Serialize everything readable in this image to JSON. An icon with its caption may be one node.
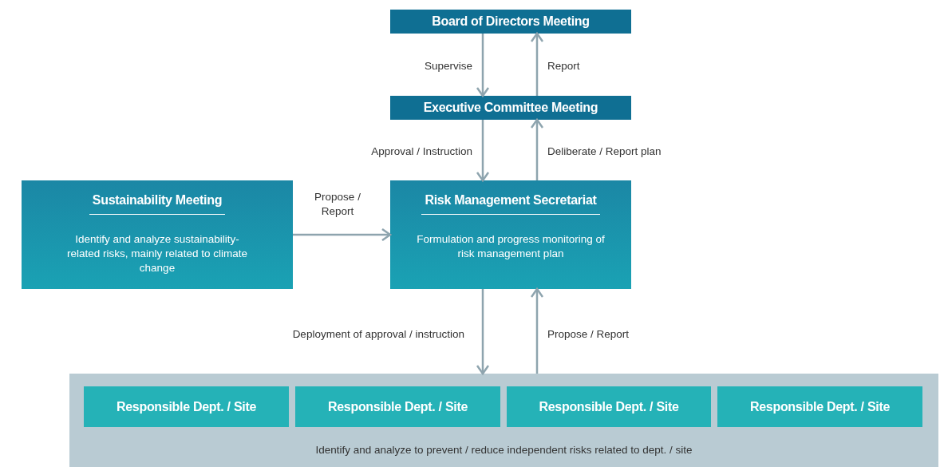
{
  "diagram": {
    "nodes": [
      {
        "text": [
          "Board of Directors Meeting"
        ]
      },
      {
        "text": [
          "Executive Committee Meeting"
        ]
      },
      {
        "text": [
          "Sustainability Meeting",
          "Identify and analyze sustainability-related risks, mainly related to climate change"
        ]
      },
      {
        "text": [
          "Risk Management Secretariat",
          "Formulation and progress monitoring of risk management plan"
        ]
      },
      {
        "text": [
          "Identify and analyze to prevent / reduce independent risks related to dept. / site"
        ]
      },
      {
        "text": [
          "Responsible Dept. / Site"
        ],
        "in": 4
      },
      {
        "text": [
          "Responsible Dept. / Site"
        ],
        "in": 4
      },
      {
        "text": [
          "Responsible Dept. / Site"
        ],
        "in": 4
      },
      {
        "text": [
          "Responsible Dept. / Site"
        ],
        "in": 4
      }
    ],
    "edges": [
      {
        "from": 0,
        "to": 1,
        "arrow": "to",
        "label": "Supervise"
      },
      {
        "from": 1,
        "to": 0,
        "arrow": "to",
        "label": "Report"
      },
      {
        "from": 1,
        "to": 3,
        "arrow": "to",
        "label": "Approval / Instruction"
      },
      {
        "from": 3,
        "to": 1,
        "arrow": "to",
        "label": "Deliberate / Report plan"
      },
      {
        "from": 2,
        "to": 3,
        "arrow": "to",
        "label": "Propose / Report"
      },
      {
        "from": 3,
        "to": 4,
        "arrow": "to",
        "label": "Deployment of approval / instruction"
      },
      {
        "from": 4,
        "to": 3,
        "arrow": "to",
        "label": "Propose / Report"
      }
    ]
  }
}
